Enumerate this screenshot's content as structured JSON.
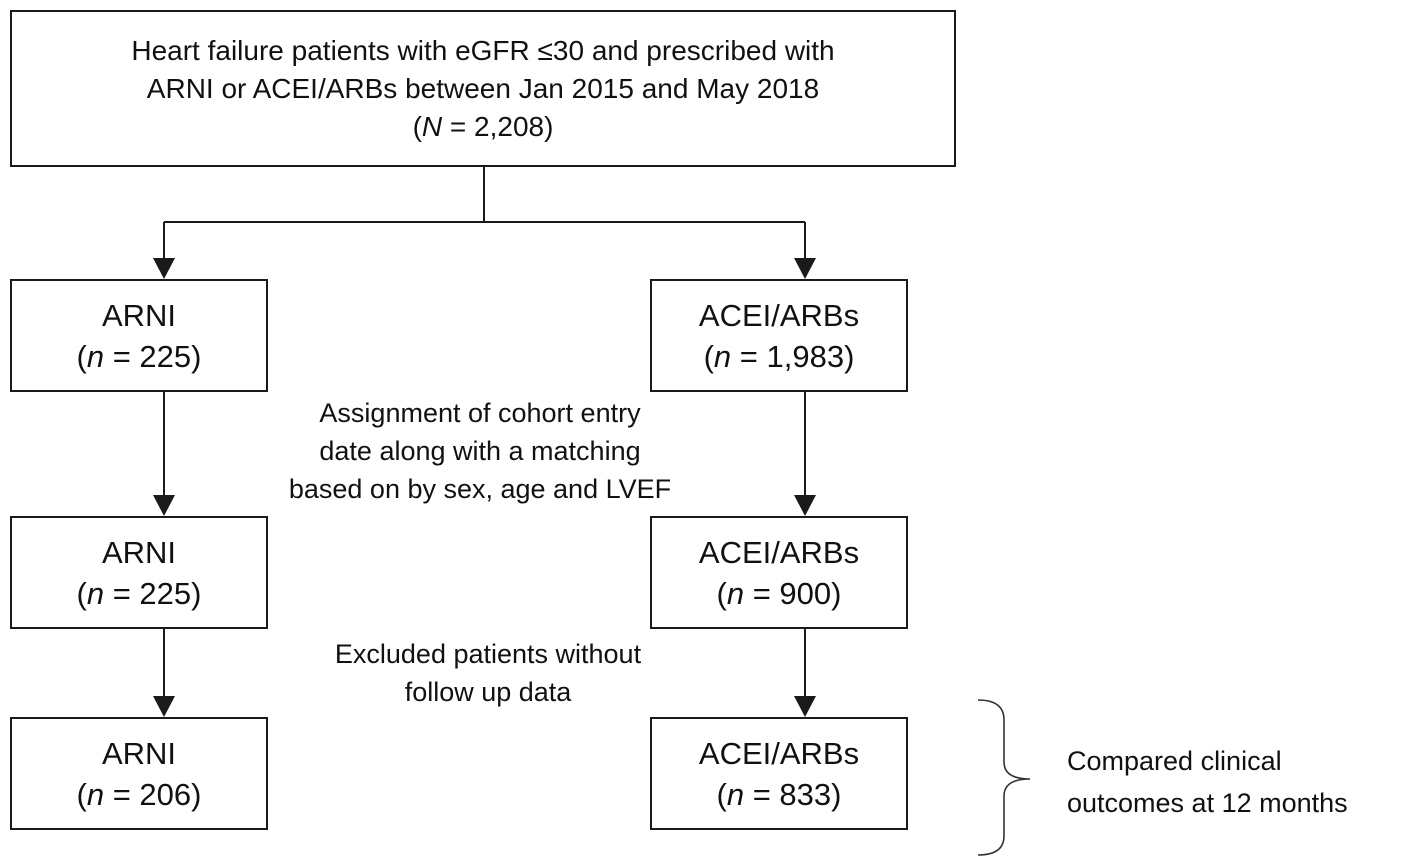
{
  "top_box": {
    "line1": "Heart failure patients with eGFR ≤30 and prescribed with",
    "line2": "ARNI or ACEI/ARBs between Jan 2015 and May 2018",
    "n_open": "(",
    "n_var": "N",
    "n_rest": " = 2,208)"
  },
  "left_column": [
    {
      "label": "ARNI",
      "n_var": "n",
      "n_rest": " = 225)"
    },
    {
      "label": "ARNI",
      "n_var": "n",
      "n_rest": " = 225)"
    },
    {
      "label": "ARNI",
      "n_var": "n",
      "n_rest": " = 206)"
    }
  ],
  "right_column": [
    {
      "label": "ACEI/ARBs",
      "n_var": "n",
      "n_rest": " = 1,983)"
    },
    {
      "label": "ACEI/ARBs",
      "n_var": "n",
      "n_rest": " = 900)"
    },
    {
      "label": "ACEI/ARBs",
      "n_var": "n",
      "n_rest": " = 833)"
    }
  ],
  "n_open": "(",
  "notes": {
    "matching": [
      "Assignment of cohort entry",
      "date along with a matching",
      "based on by sex, age and LVEF"
    ],
    "excluded": [
      "Excluded patients without",
      "follow up data"
    ],
    "compared": [
      "Compared clinical",
      "outcomes at 12 months"
    ]
  }
}
